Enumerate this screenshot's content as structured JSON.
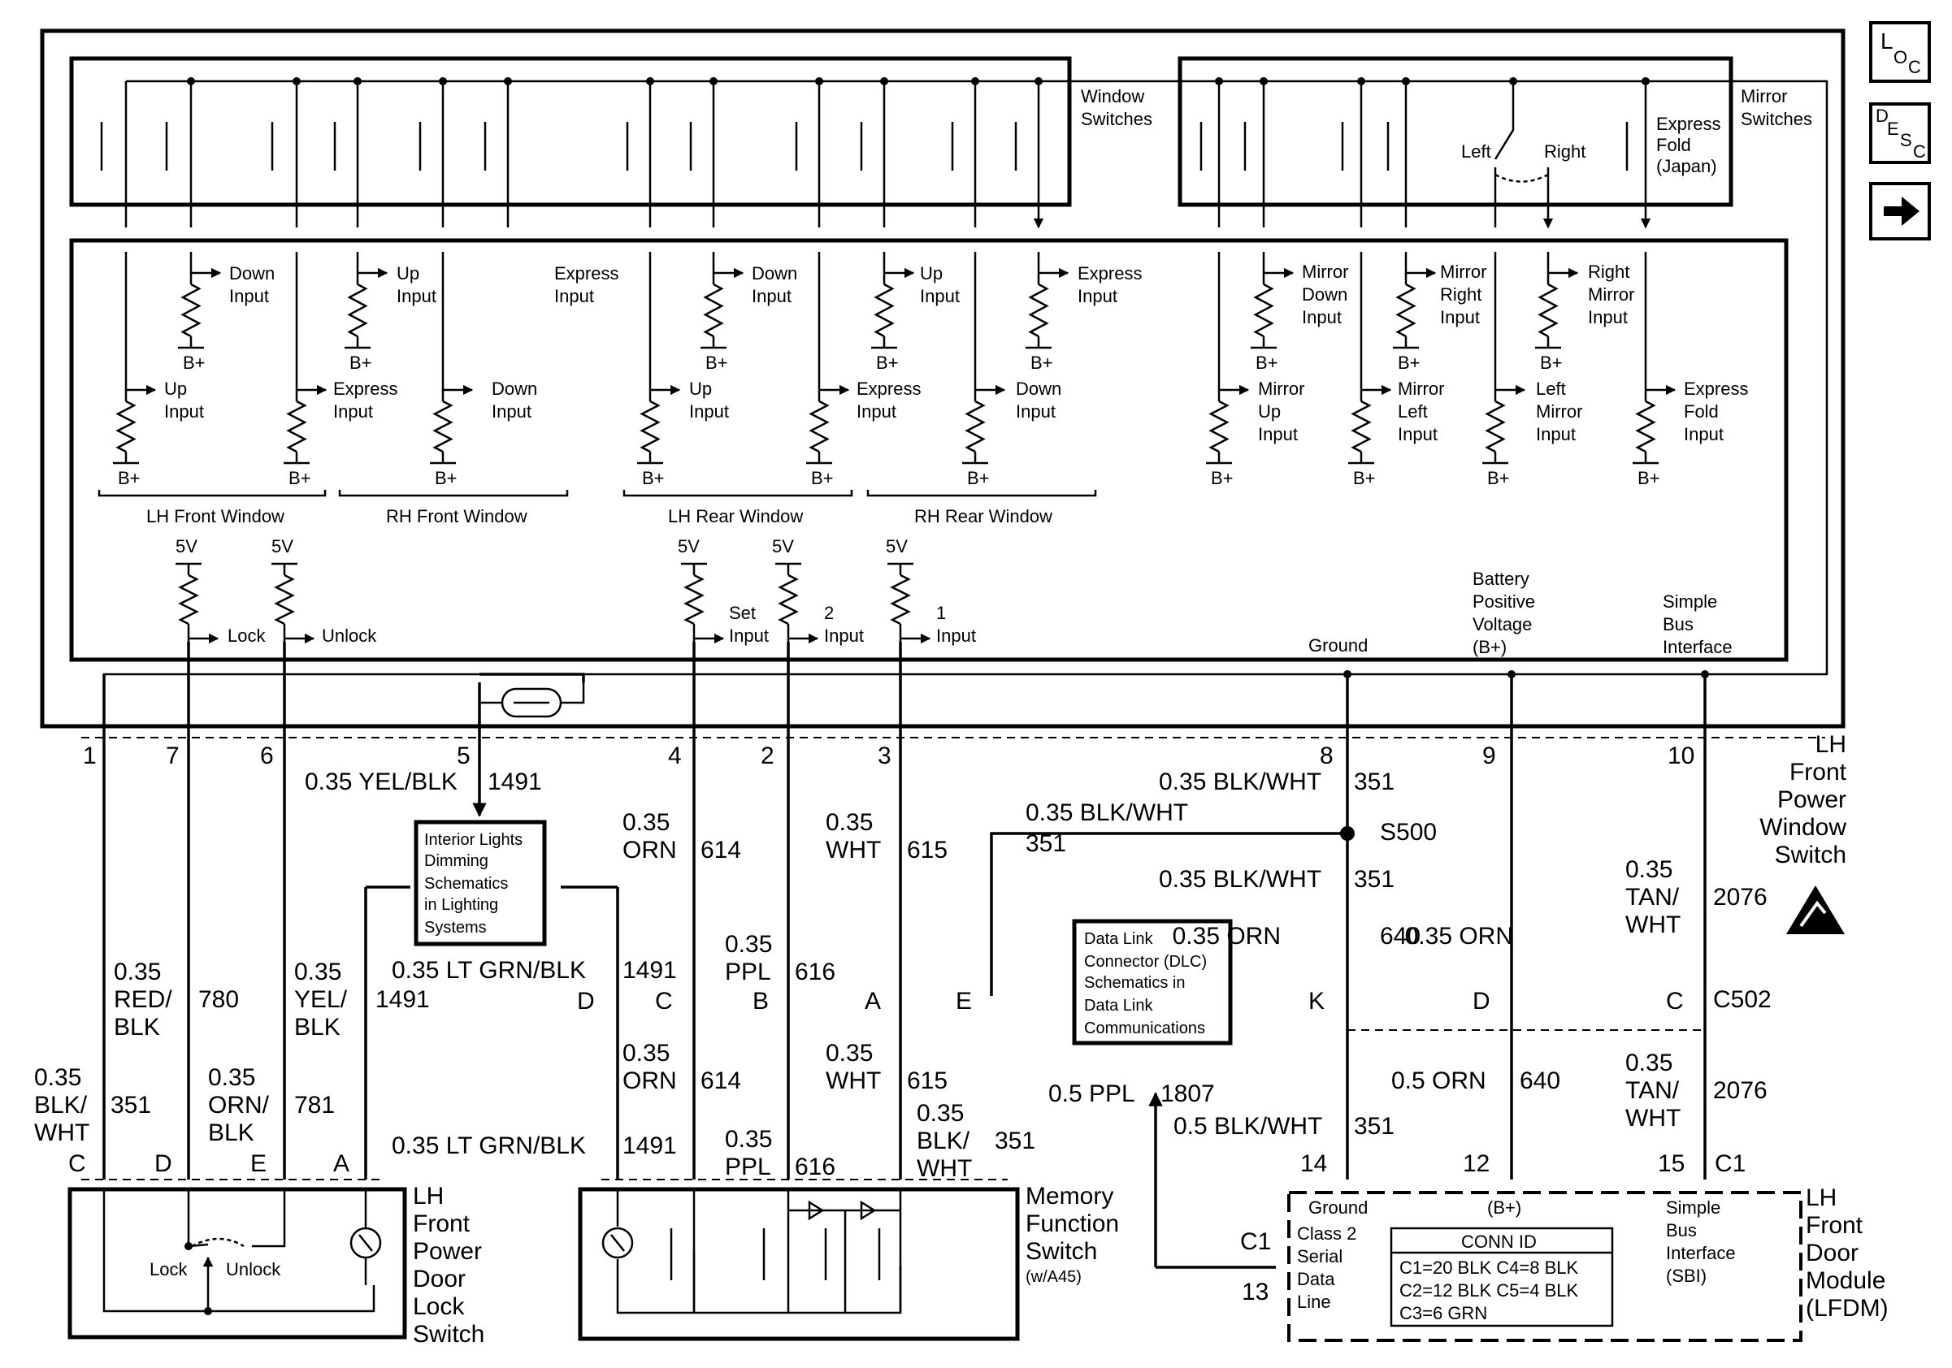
{
  "nav": {
    "loc": {
      "a": "L",
      "b": "O",
      "c": "C"
    },
    "desc": {
      "a": "D",
      "b": "E",
      "c": "S",
      "d": "C"
    }
  },
  "labels": {
    "window_switches": [
      "Window",
      "Switches"
    ],
    "mirror_switches": [
      "Mirror",
      "Switches"
    ],
    "left": "Left",
    "right": "Right",
    "express_fold_japan": [
      "Express",
      "Fold",
      "(Japan)"
    ],
    "down_input": [
      "Down",
      "Input"
    ],
    "up_input": [
      "Up",
      "Input"
    ],
    "express_input": [
      "Express",
      "Input"
    ],
    "mirror_down_input": [
      "Mirror",
      "Down",
      "Input"
    ],
    "mirror_right_input": [
      "Mirror",
      "Right",
      "Input"
    ],
    "right_mirror_input": [
      "Right",
      "Mirror",
      "Input"
    ],
    "mirror_up_input": [
      "Mirror",
      "Up",
      "Input"
    ],
    "mirror_left_input": [
      "Mirror",
      "Left",
      "Input"
    ],
    "left_mirror_input": [
      "Left",
      "Mirror",
      "Input"
    ],
    "express_fold_input": [
      "Express",
      "Fold",
      "Input"
    ],
    "bplus": "B+",
    "lh_front_window": "LH Front Window",
    "rh_front_window": "RH Front Window",
    "lh_rear_window": "LH Rear Window",
    "rh_rear_window": "RH Rear Window",
    "v5": "5V",
    "lock": "Lock",
    "unlock": "Unlock",
    "set_input": [
      "Set",
      "Input"
    ],
    "input2": [
      "2",
      "Input"
    ],
    "input1": [
      "1",
      "Input"
    ],
    "ground": "Ground",
    "battery_positive": [
      "Battery",
      "Positive",
      "Voltage",
      "(B+)"
    ],
    "simple_bus_interface": [
      "Simple",
      "Bus",
      "Interface"
    ],
    "lh_front_power_window_switch": [
      "LH",
      "Front",
      "Power",
      "Window",
      "Switch"
    ],
    "interior_lights": [
      "Interior Lights",
      "Dimming",
      "Schematics",
      "in Lighting",
      "Systems"
    ],
    "dlc": [
      "Data Link",
      "Connector (DLC)",
      "Schematics in",
      "Data Link",
      "Communications"
    ],
    "s500": "S500",
    "c502": "C502",
    "c1": "C1",
    "lh_front_power_door_lock_switch": [
      "LH",
      "Front",
      "Power",
      "Door",
      "Lock",
      "Switch"
    ],
    "memory_function_switch": [
      "Memory",
      "Function",
      "Switch"
    ],
    "memory_option": "(w/A45)",
    "lfdm_ground": "Ground",
    "lfdm_bplus": "(B+)",
    "lfdm_sbi": [
      "Simple",
      "Bus",
      "Interface",
      "(SBI)"
    ],
    "class2": [
      "Class 2",
      "Serial",
      "Data",
      "Line"
    ],
    "conn_id_title": "CONN ID",
    "conn_id_rows": [
      "C1=20 BLK   C4=8 BLK",
      "C2=12 BLK   C5=4 BLK",
      "C3=6 GRN"
    ],
    "lh_front_door_module": [
      "LH",
      "Front",
      "Door",
      "Module",
      "(LFDM)"
    ]
  },
  "pins": {
    "top": [
      "1",
      "7",
      "6",
      "5",
      "4",
      "2",
      "3",
      "8",
      "9",
      "10"
    ],
    "lock_switch": [
      "C",
      "D",
      "E",
      "A"
    ],
    "memory": [
      "D",
      "C",
      "B",
      "A",
      "E"
    ],
    "c502": [
      "K",
      "D",
      "C"
    ],
    "lfdm": [
      "14",
      "12",
      "15",
      "13"
    ]
  },
  "wires": {
    "w5": "0.35 YEL/BLK",
    "c1491": "1491",
    "w614a": [
      "0.35",
      "ORN"
    ],
    "c614": "614",
    "w615a": [
      "0.35",
      "WHT"
    ],
    "c615": "615",
    "w351top": "0.35 BLK/WHT",
    "c351": "351",
    "w351e": "0.35 BLK/WHT",
    "w780": [
      "0.35",
      "RED/",
      "BLK"
    ],
    "c780": "780",
    "w1491y": [
      "0.35",
      "YEL/",
      "BLK"
    ],
    "ltgrn": "0.35 LT GRN/BLK",
    "w616": [
      "0.35",
      "PPL"
    ],
    "c616": "616",
    "w640a": "0.35 ORN",
    "c640": "640",
    "w2076": [
      "0.35",
      "TAN/",
      "WHT"
    ],
    "c2076": "2076",
    "w351b": [
      "0.35",
      "BLK/",
      "WHT"
    ],
    "w781": [
      "0.35",
      "ORN/",
      "BLK"
    ],
    "c781": "781",
    "ppl1807": "0.5 PPL",
    "c1807": "1807",
    "w640b": "0.5 ORN",
    "w351lower": "0.5 BLK/WHT",
    "w351memb": [
      "0.35",
      "BLK/",
      "WHT"
    ]
  }
}
